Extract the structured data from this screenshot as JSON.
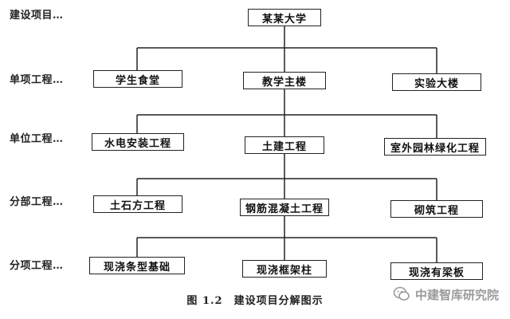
{
  "levels": {
    "construction_project": "建设项目…",
    "single_project": "单项工程…",
    "unit_project": "单位工程…",
    "division_project": "分部工程…",
    "subdivision_project": "分项工程…"
  },
  "nodes": {
    "root": "某某大学",
    "single": [
      "学生食堂",
      "教学主楼",
      "实验大楼"
    ],
    "unit": [
      "水电安装工程",
      "土建工程",
      "室外园林绿化工程"
    ],
    "division": [
      "土石方工程",
      "钢筋混凝土工程",
      "砌筑工程"
    ],
    "subdivision": [
      "现浇条型基础",
      "现浇框架柱",
      "现浇有梁板"
    ]
  },
  "caption": "图 1.2　建设项目分解图示",
  "watermark": {
    "text": "中建智库研究院",
    "icon": "wechat-icon"
  }
}
